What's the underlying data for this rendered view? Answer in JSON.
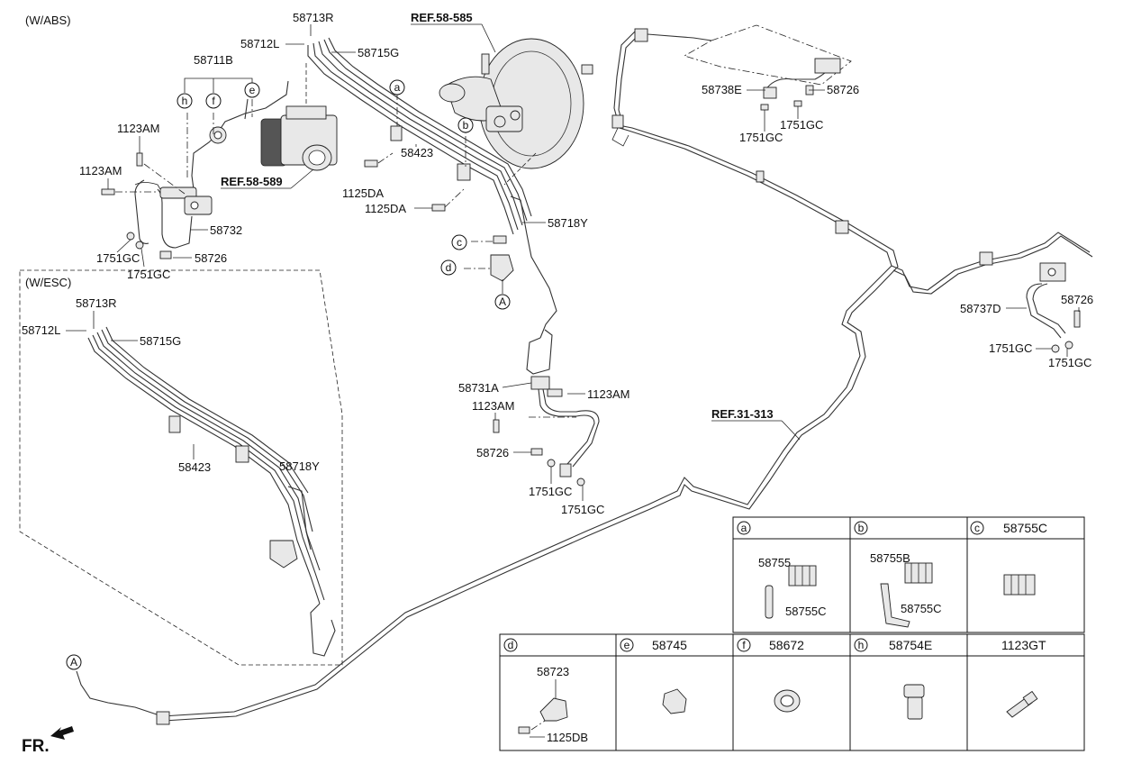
{
  "header_labels": {
    "abs": "(W/ABS)",
    "esc": "(W/ESC)",
    "front": "FR."
  },
  "refs": {
    "r1": "REF.58-585",
    "r2": "REF.58-589",
    "r3": "REF.31-313"
  },
  "callouts": {
    "p58713R": "58713R",
    "p58712L": "58712L",
    "p58715G": "58715G",
    "p58711B": "58711B",
    "p1123AM_a": "1123AM",
    "p1123AM_b": "1123AM",
    "p58732": "58732",
    "p58726_a": "58726",
    "p1751GC_a": "1751GC",
    "p1751GC_b": "1751GC",
    "p58423": "58423",
    "p1125DA_a": "1125DA",
    "p1125DA_b": "1125DA",
    "p58718Y": "58718Y",
    "p58738E": "58738E",
    "p58726_b": "58726",
    "p1751GC_c": "1751GC",
    "p1751GC_d": "1751GC",
    "p58737D": "58737D",
    "p58726_c": "58726",
    "p1751GC_e": "1751GC",
    "p1751GC_f": "1751GC",
    "p58731A": "58731A",
    "p1123AM_c": "1123AM",
    "p1123AM_d": "1123AM",
    "p58726_d": "58726",
    "p1751GC_g": "1751GC",
    "p1751GC_h": "1751GC",
    "esc58713R": "58713R",
    "esc58712L": "58712L",
    "esc58715G": "58715G",
    "esc58423": "58423",
    "esc58718Y": "58718Y"
  },
  "circle_letters": {
    "a": "a",
    "b": "b",
    "c": "c",
    "d": "d",
    "e": "e",
    "f": "f",
    "h": "h",
    "A": "A"
  },
  "table": {
    "row1": {
      "a_letter": "a",
      "a_parts": {
        "p1": "58755",
        "p2": "58755C"
      },
      "b_letter": "b",
      "b_parts": {
        "p1": "58755B",
        "p2": "58755C"
      },
      "c_letter": "c",
      "c_part": "58755C"
    },
    "row2": {
      "d_letter": "d",
      "d_parts": {
        "p1": "58723",
        "p2": "1125DB"
      },
      "e_letter": "e",
      "e_part": "58745",
      "f_letter": "f",
      "f_part": "58672",
      "h_letter": "h",
      "h_part": "58754E",
      "g_part": "1123GT"
    }
  }
}
